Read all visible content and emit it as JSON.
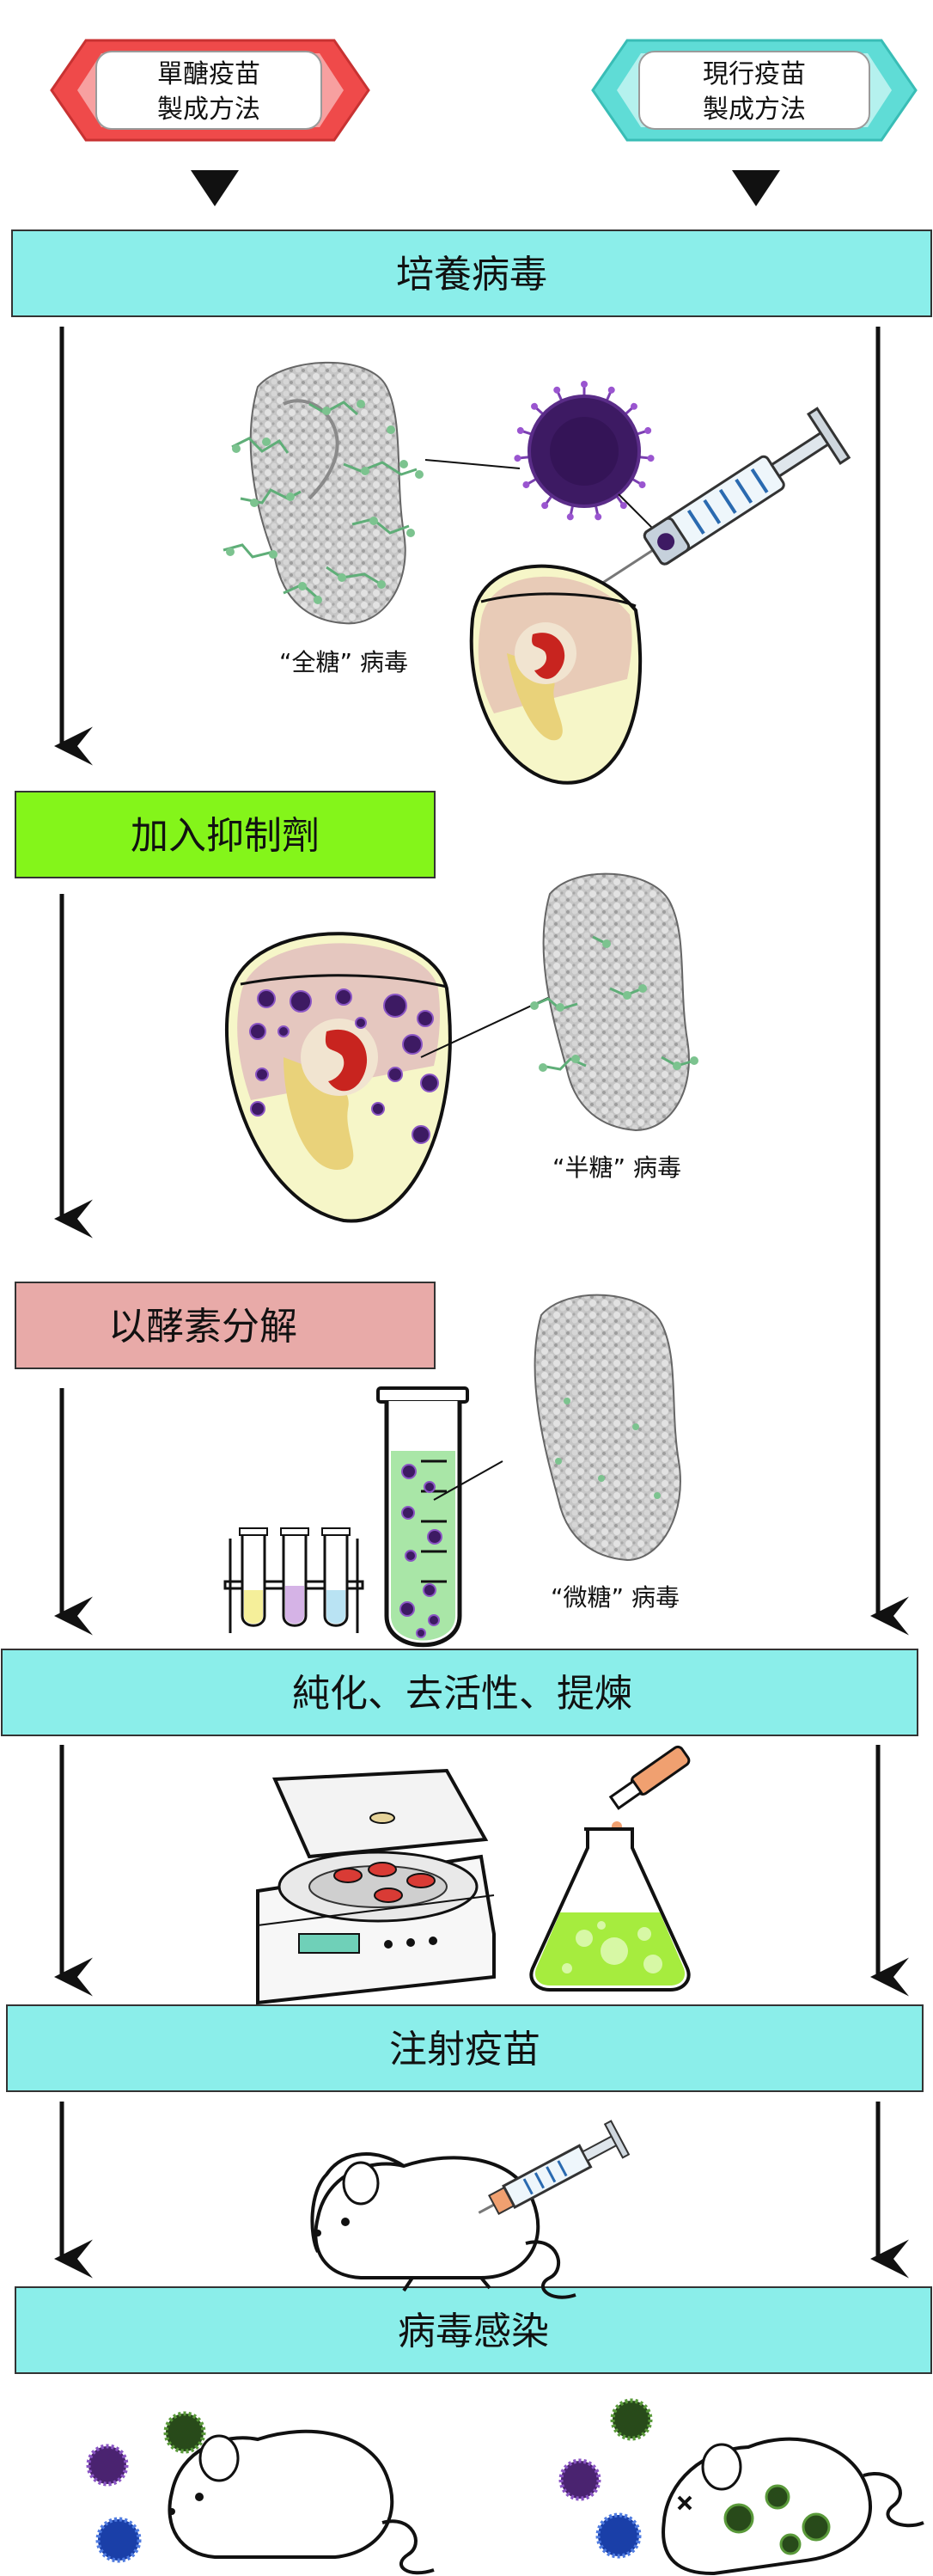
{
  "header": {
    "left": {
      "line1": "單醣疫苗",
      "line2": "製成方法"
    },
    "right": {
      "line1": "現行疫苗",
      "line2": "製成方法"
    }
  },
  "steps": {
    "culture": "培養病毒",
    "inhibitor": "加入抑制劑",
    "enzyme": "以酵素分解",
    "purify": "純化、去活性、提煉",
    "inject": "注射疫苗",
    "infect": "病毒感染"
  },
  "labels": {
    "full_glycan": "“全糖” 病毒",
    "half_glycan": "“半糖” 病毒",
    "micro_glycan": "“微糖” 病毒"
  },
  "colors": {
    "header_left": "#ef4a4a",
    "header_right": "#5fdcd6",
    "step_cyan": "#8beeea",
    "step_green": "#84f51a",
    "step_pink": "#e8aaa8",
    "virus_purple": "#4a2370",
    "glycan_green": "#6dbd82",
    "protein_gray": "#c9c9c9",
    "liquid_green": "#8fe04a"
  }
}
